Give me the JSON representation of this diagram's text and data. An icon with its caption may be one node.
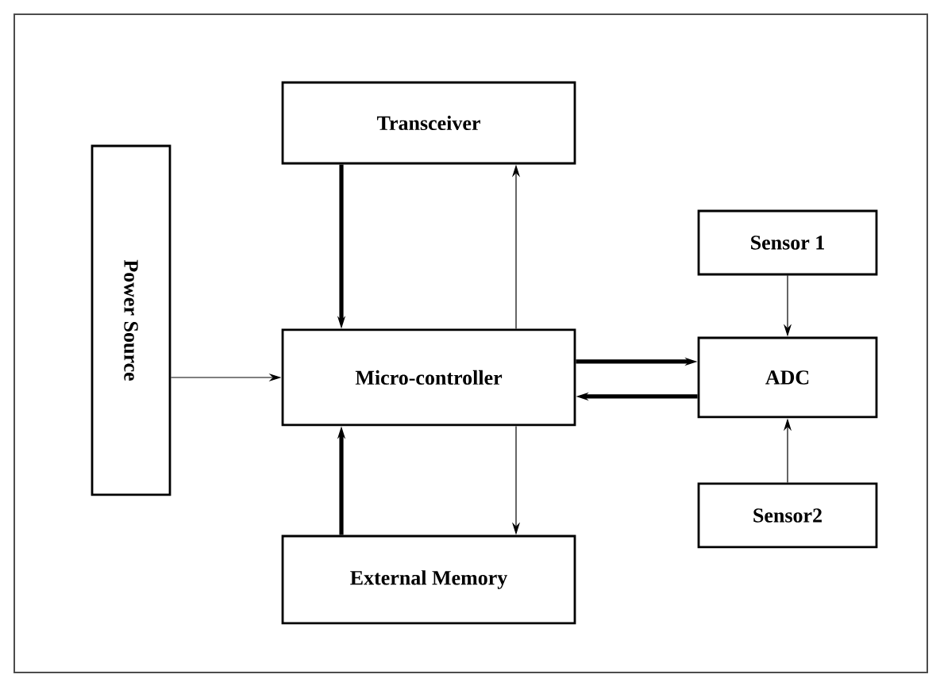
{
  "diagram": {
    "nodes": [
      {
        "text": [
          "Transceiver"
        ]
      },
      {
        "text": [
          "Power Source"
        ]
      },
      {
        "text": [
          "Micro-controller"
        ]
      },
      {
        "text": [
          "Sensor 1"
        ]
      },
      {
        "text": [
          "ADC"
        ]
      },
      {
        "text": [
          "Sensor2"
        ]
      },
      {
        "text": [
          "External Memory"
        ]
      }
    ],
    "edges": [
      {
        "from": 1,
        "to": 2,
        "arrow": "to"
      },
      {
        "from": 0,
        "to": 2,
        "arrow": "to",
        "style": "thick"
      },
      {
        "from": 2,
        "to": 0,
        "arrow": "to"
      },
      {
        "from": 6,
        "to": 2,
        "arrow": "to",
        "style": "thick"
      },
      {
        "from": 2,
        "to": 6,
        "arrow": "to"
      },
      {
        "from": 2,
        "to": 4,
        "arrow": "to",
        "style": "thick"
      },
      {
        "from": 4,
        "to": 2,
        "arrow": "to",
        "style": "thick"
      },
      {
        "from": 3,
        "to": 4,
        "arrow": "to"
      },
      {
        "from": 5,
        "to": 4,
        "arrow": "to"
      }
    ]
  }
}
